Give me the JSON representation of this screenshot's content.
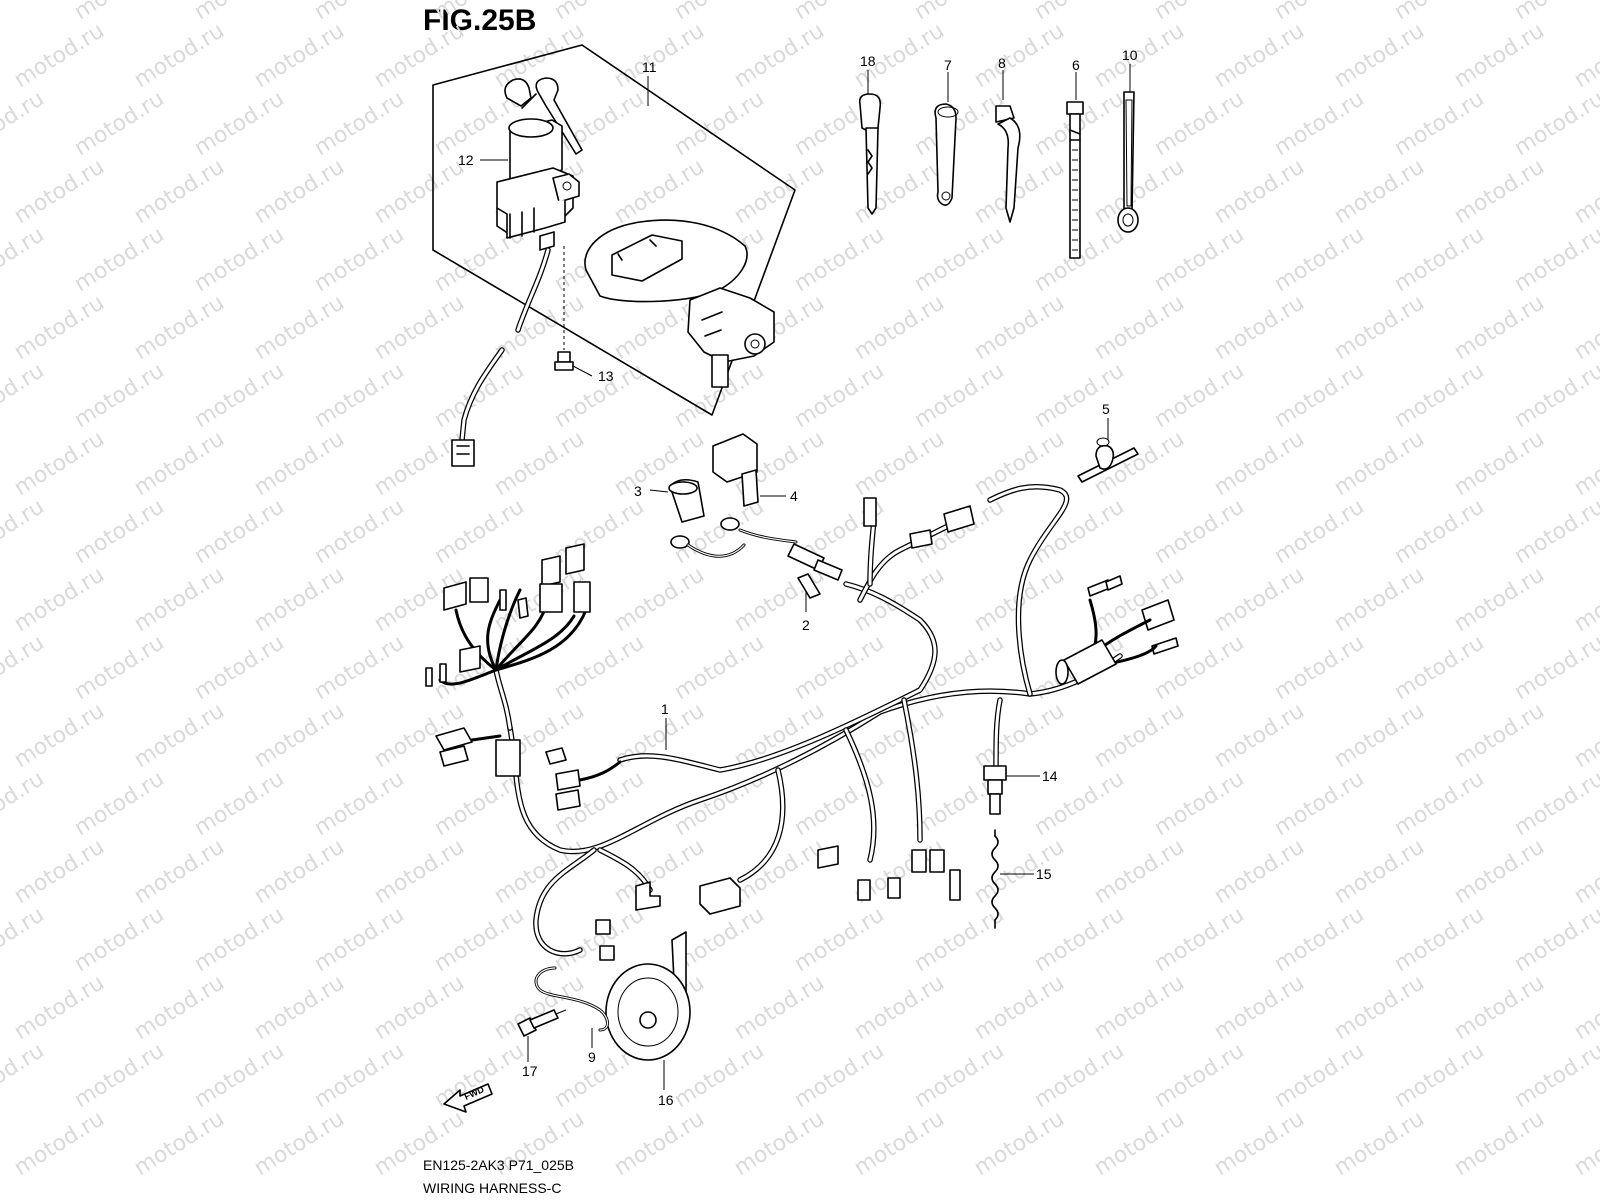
{
  "figure": {
    "title": "FIG.25B",
    "code": "EN125-2AK3 P71_025B",
    "name": "WIRING HARNESS-C",
    "watermark": "motod.ru",
    "fwd_label": "FWD"
  },
  "callouts": {
    "c1": "1",
    "c2": "2",
    "c3": "3",
    "c4": "4",
    "c5": "5",
    "c6": "6",
    "c7": "7",
    "c8": "8",
    "c9": "9",
    "c10": "10",
    "c11": "11",
    "c12": "12",
    "c13": "13",
    "c14": "14",
    "c15": "15",
    "c16": "16",
    "c17": "17",
    "c18": "18"
  },
  "colors": {
    "ink": "#000000",
    "paper": "#ffffff",
    "watermark": "#d9d9d9"
  }
}
